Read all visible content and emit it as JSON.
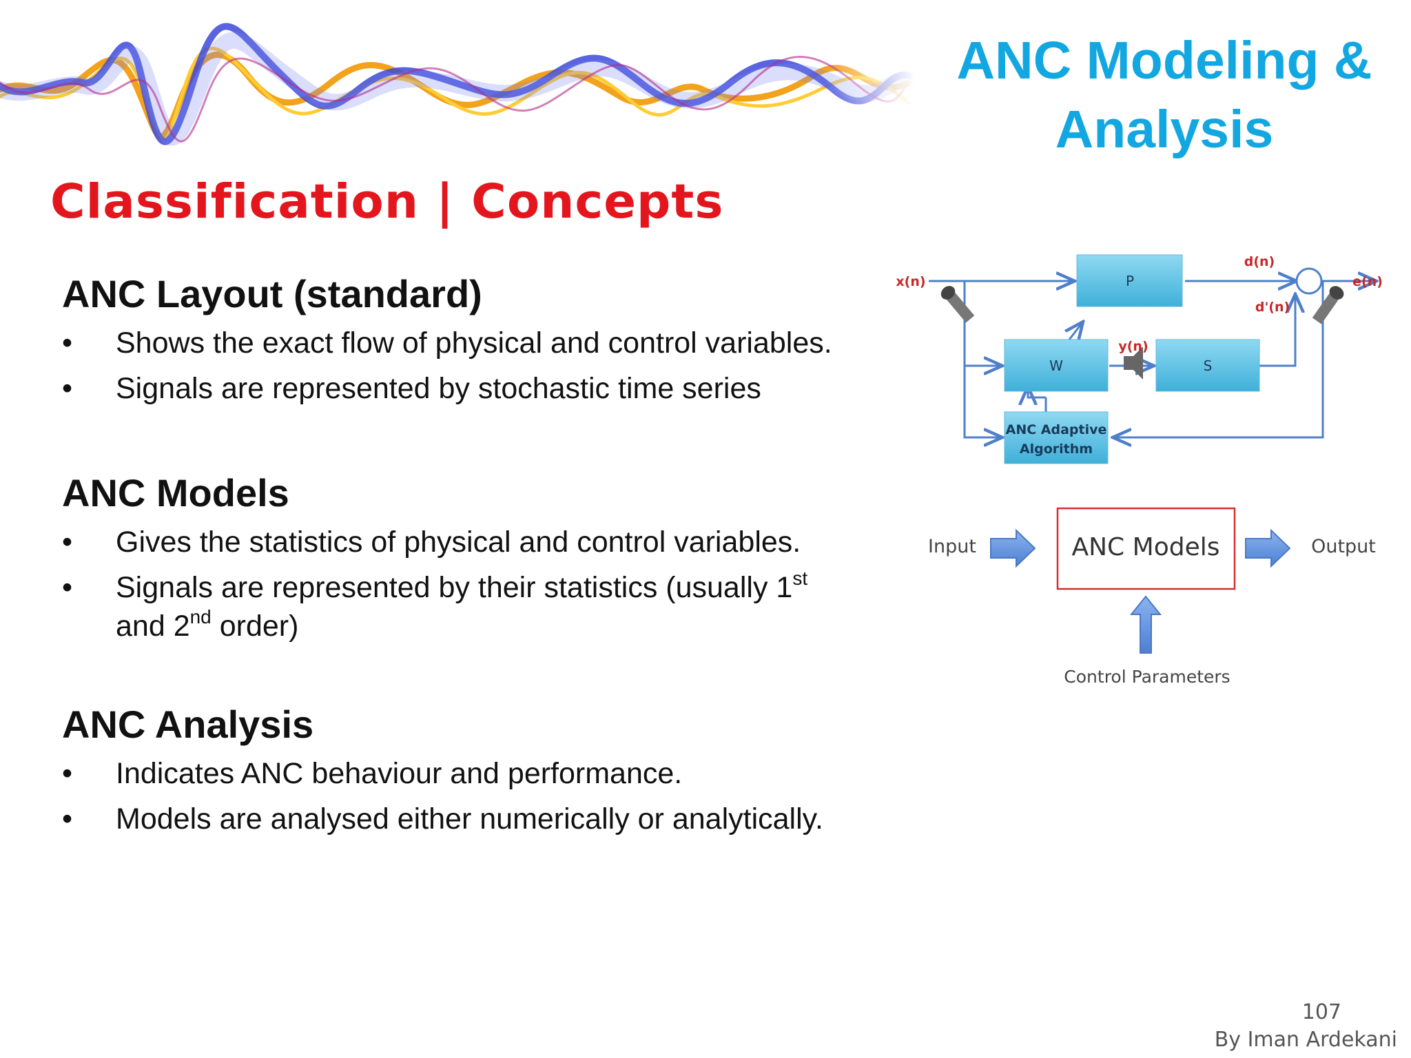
{
  "slide": {
    "title_line1": "ANC Modeling &",
    "title_line2": "Analysis",
    "section_heading": "Classification | Concepts",
    "page_number": "107",
    "author": "By Iman Ardekani"
  },
  "colors": {
    "title": "#12a7e0",
    "heading": "#e3161e",
    "block_fill": "#5ec3e3",
    "arrow": "#5b8ed9",
    "box_border": "#d32f2f"
  },
  "blocks": [
    {
      "heading": "ANC Layout (standard)",
      "bullets": [
        "Shows the exact flow of physical and control variables.",
        "Signals are represented by stochastic time series"
      ]
    },
    {
      "heading": "ANC Models",
      "bullets": [
        "Gives the statistics of physical and control variables.",
        "Signals are represented by their statistics (usually 1",
        "st",
        "and 2",
        "nd",
        " order)"
      ]
    },
    {
      "heading": "ANC Analysis",
      "bullets": [
        "Indicates ANC behaviour and performance.",
        "Models are analysed either numerically or analytically."
      ]
    }
  ],
  "bullet_glyph": "•",
  "layout_diagram": {
    "x_label": "x(n)",
    "d_label": "d(n)",
    "e_label": "e(n)",
    "dprime_label": "d'(n)",
    "y_label": "y(n)",
    "p_label": "P",
    "w_label": "W",
    "s_label": "S",
    "alg_line1": "ANC Adaptive",
    "alg_line2": "Algorithm"
  },
  "model_diagram": {
    "input": "Input",
    "box": "ANC Models",
    "output": "Output",
    "control": "Control Parameters"
  }
}
